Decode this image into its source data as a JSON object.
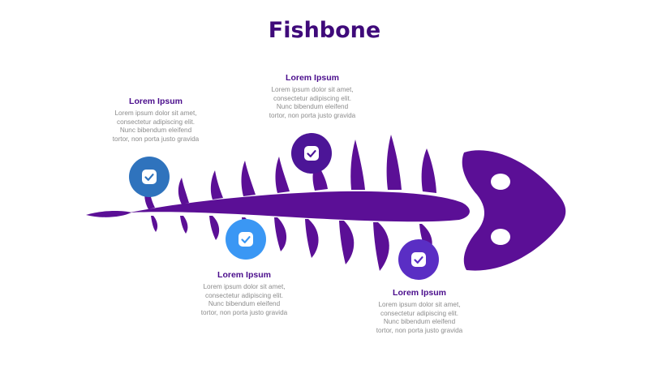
{
  "title": "Fishbone",
  "colors": {
    "fish": "#5b0f96",
    "title": "#3f0a7a",
    "marker_1": "#2f73bd",
    "marker_2": "#4c1597",
    "marker_3": "#3a97f4",
    "marker_4": "#5a2ec4"
  },
  "icons": [
    "checkmark-icon",
    "checkmark-icon",
    "checkmark-icon",
    "checkmark-icon"
  ],
  "items": [
    {
      "heading": "Lorem Ipsum",
      "lines": [
        "Lorem ipsum dolor sit amet,",
        "consectetur adipiscing elit.",
        "Nunc bibendum eleifend",
        "tortor, non porta justo gravida"
      ]
    },
    {
      "heading": "Lorem Ipsum",
      "lines": [
        "Lorem ipsum dolor sit amet,",
        "consectetur adipiscing elit.",
        "Nunc bibendum eleifend",
        "tortor, non porta justo gravida"
      ]
    },
    {
      "heading": "Lorem Ipsum",
      "lines": [
        "Lorem ipsum dolor sit amet,",
        "consectetur adipiscing elit.",
        "Nunc bibendum eleifend",
        "tortor, non porta justo gravida"
      ]
    },
    {
      "heading": "Lorem Ipsum",
      "lines": [
        "Lorem ipsum dolor sit amet,",
        "consectetur adipiscing elit.",
        "Nunc bibendum eleifend",
        "tortor, non porta justo gravida"
      ]
    }
  ]
}
